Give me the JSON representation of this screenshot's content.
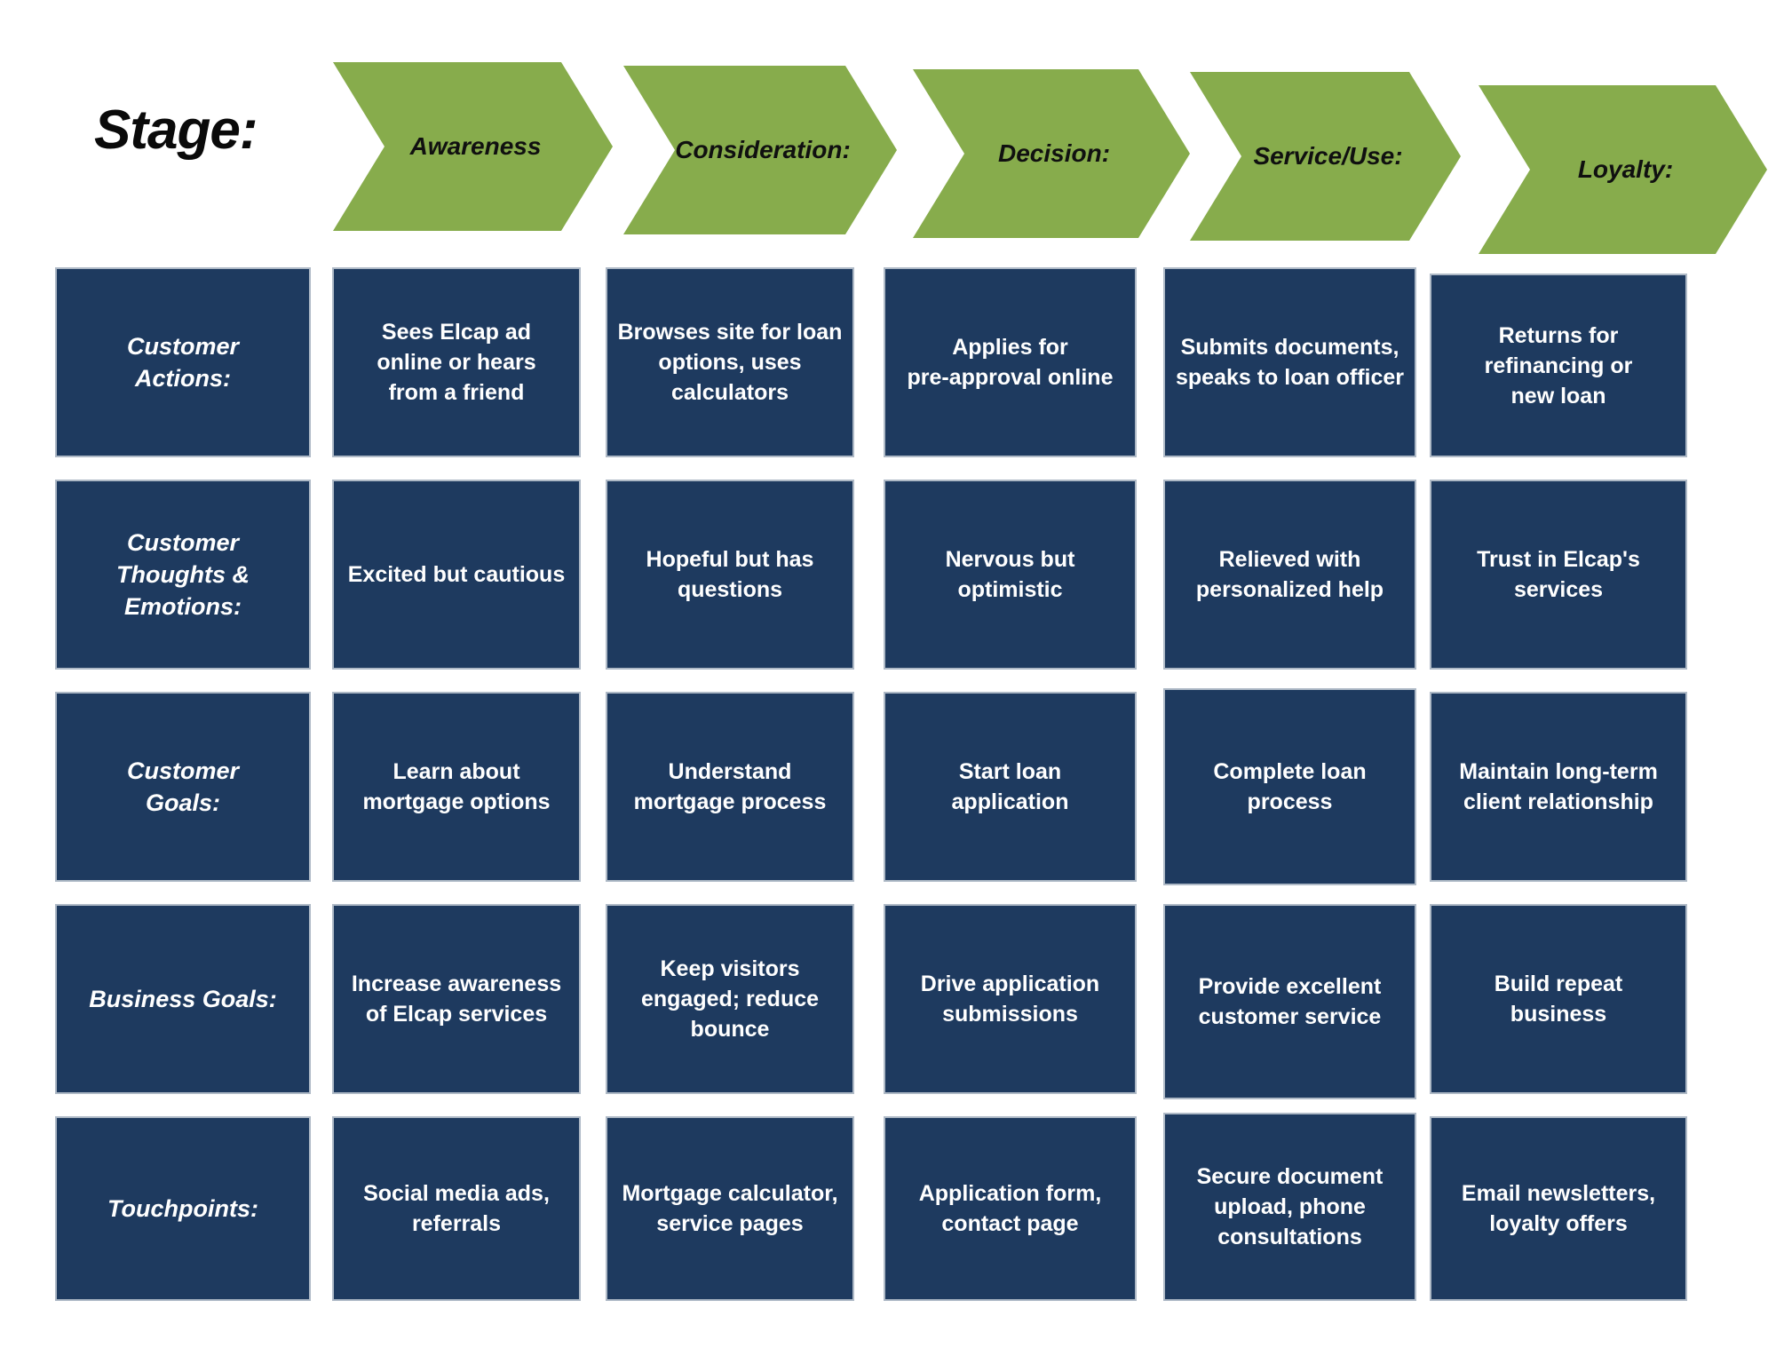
{
  "title": "Stage:",
  "colors": {
    "arrow_green": "#87AC4C",
    "box_navy": "#1E3A5F",
    "box_border": "#AEB9C6",
    "cell_text": "#FFFFFF",
    "arrow_text": "#101010"
  },
  "stages": [
    {
      "label": "Awareness"
    },
    {
      "label": "Consideration:"
    },
    {
      "label": "Decision:"
    },
    {
      "label": "Service/Use:"
    },
    {
      "label": "Loyalty:"
    }
  ],
  "rows": [
    {
      "label": "Customer\nActions:",
      "cells": [
        "Sees Elcap ad\nonline or hears\nfrom a friend",
        "Browses site for loan\noptions, uses\ncalculators",
        "Applies for\npre-approval online",
        "Submits documents,\nspeaks to loan officer",
        "Returns for\nrefinancing or\nnew loan"
      ]
    },
    {
      "label": "Customer\nThoughts &\nEmotions:",
      "cells": [
        "Excited but cautious",
        "Hopeful but has\nquestions",
        "Nervous but\noptimistic",
        "Relieved with\npersonalized help",
        "Trust in Elcap's\nservices"
      ]
    },
    {
      "label": "Customer\nGoals:",
      "cells": [
        "Learn about\nmortgage options",
        "Understand\nmortgage process",
        "Start loan\napplication",
        "Complete loan\nprocess",
        "Maintain long-term\nclient relationship"
      ]
    },
    {
      "label": "Business Goals:",
      "cells": [
        "Increase awareness\nof Elcap services",
        "Keep visitors\nengaged; reduce\nbounce",
        "Drive application\nsubmissions",
        "Provide excellent\ncustomer service",
        "Build repeat\nbusiness"
      ]
    },
    {
      "label": "Touchpoints:",
      "cells": [
        "Social media ads,\nreferrals",
        "Mortgage calculator,\nservice pages",
        "Application form,\ncontact page",
        "Secure document\nupload, phone\nconsultations",
        "Email newsletters,\nloyalty offers"
      ]
    }
  ]
}
